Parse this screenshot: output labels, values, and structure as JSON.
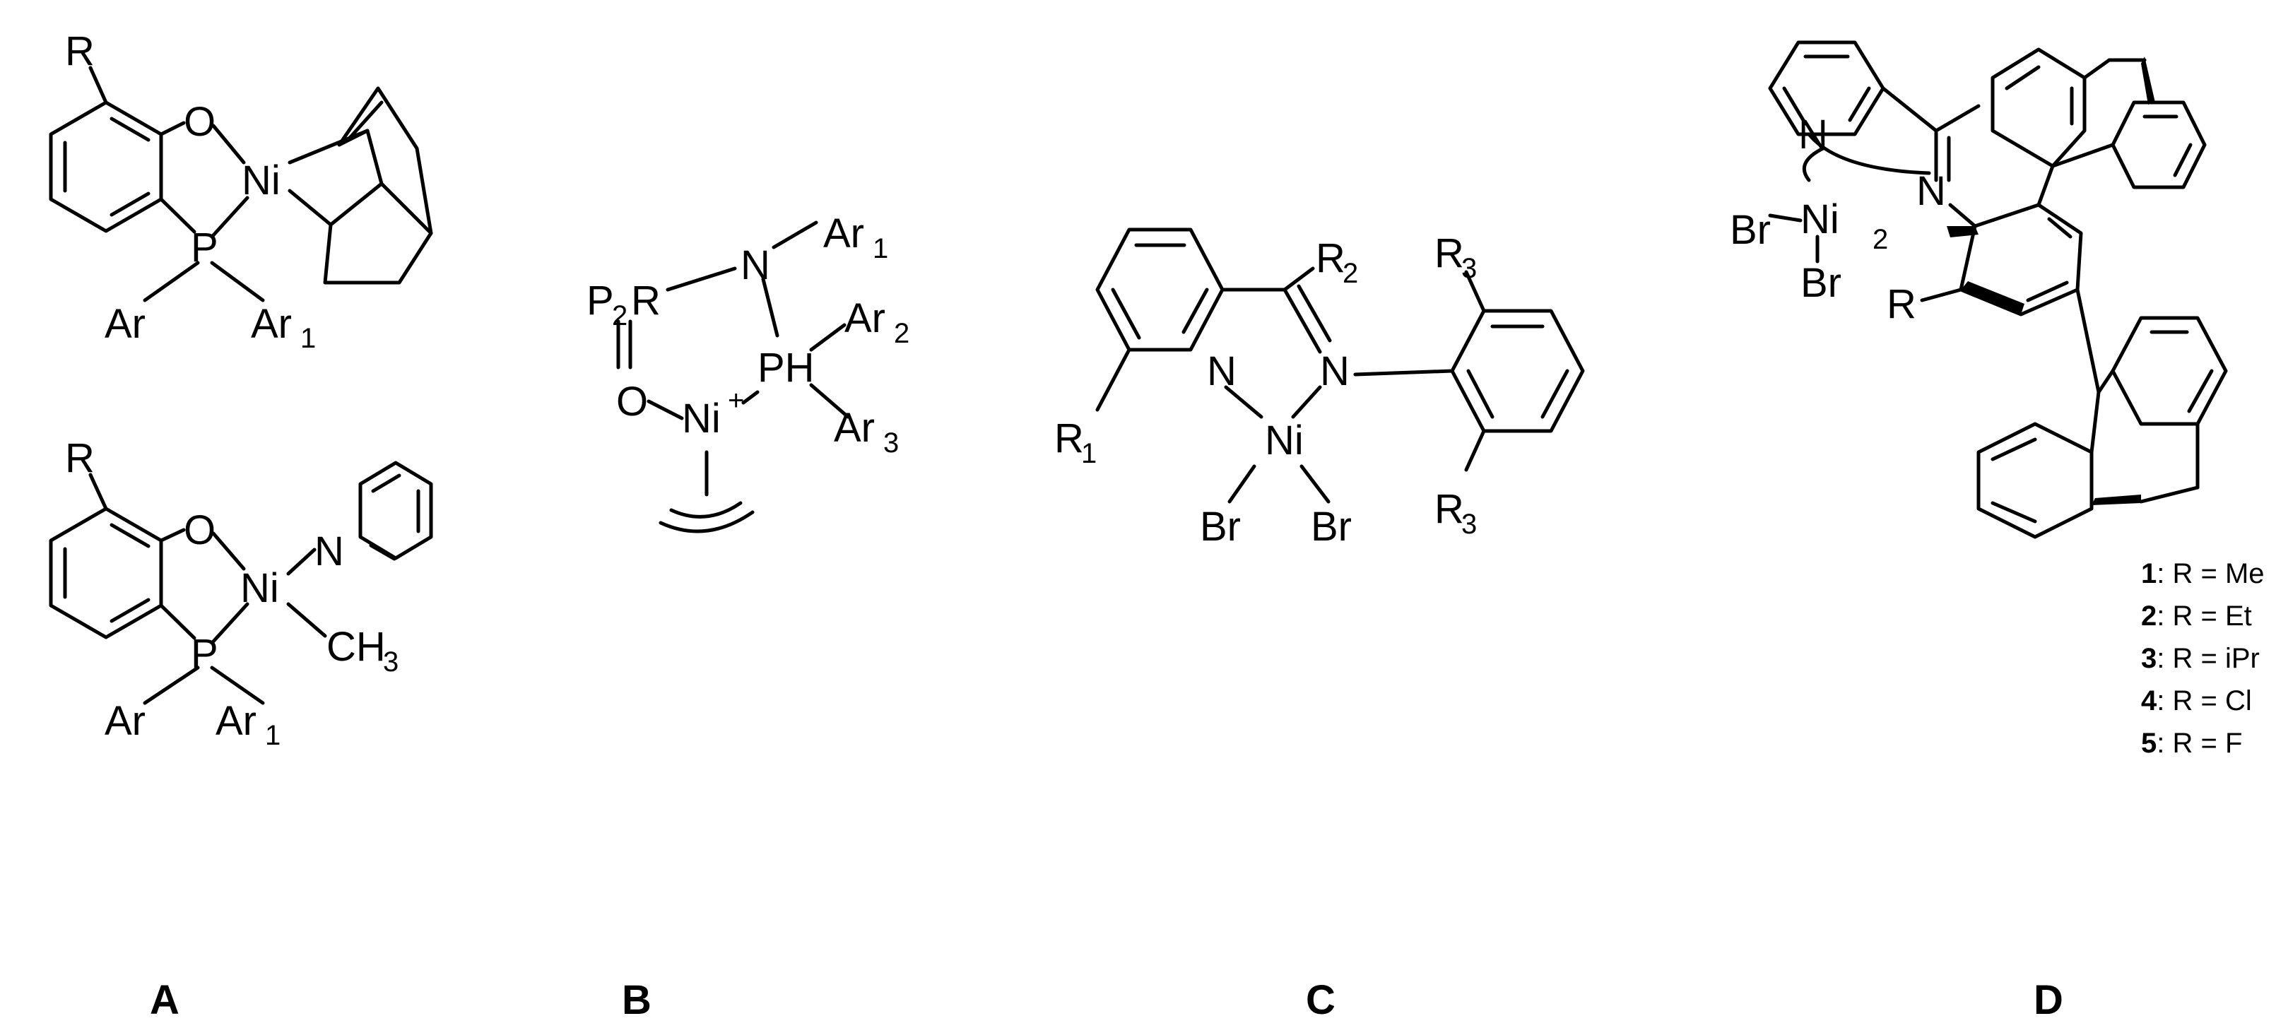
{
  "panels": {
    "a": "A",
    "b": "B",
    "c": "C",
    "d": "D"
  },
  "atoms": {
    "R": "R",
    "O": "O",
    "Ni": "Ni",
    "P": "P",
    "Ar": "Ar",
    "N": "N",
    "Br": "Br",
    "P2R": "P",
    "PH": "PH",
    "CH3": "CH",
    "plus": "+",
    "one": "1",
    "two": "2",
    "three": "3"
  },
  "compounds": [
    {
      "num": "1",
      "text": ": R = Me"
    },
    {
      "num": "2",
      "text": ": R = Et"
    },
    {
      "num": "3",
      "text": ": R = iPr"
    },
    {
      "num": "4",
      "text": ": R = Cl"
    },
    {
      "num": "5",
      "text": ": R = F"
    }
  ]
}
